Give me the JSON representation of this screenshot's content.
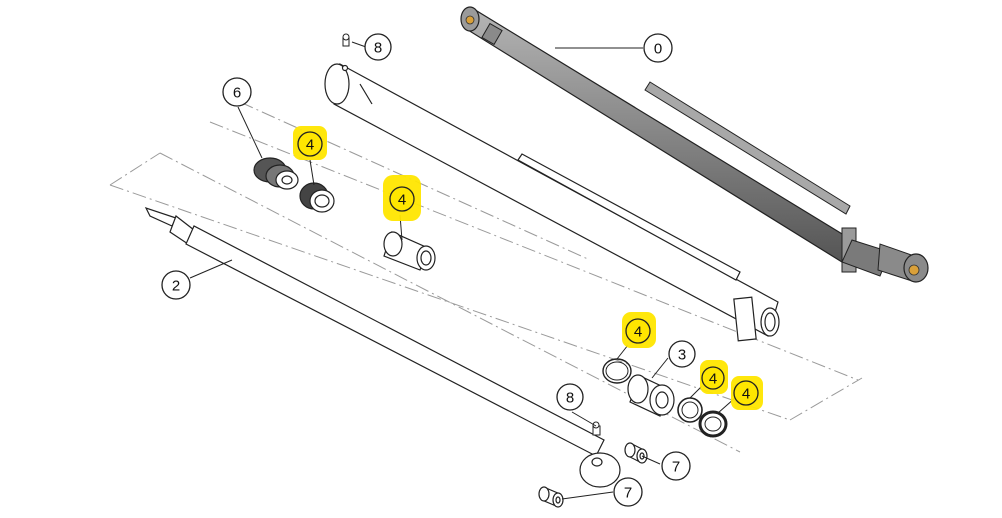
{
  "colors": {
    "highlight": "#ffe600",
    "outline": "#222222",
    "assembly_fill": "#8c8c8c",
    "background": "#ffffff"
  },
  "callouts": {
    "assembly": "0",
    "rod": "2",
    "rod_guide": "3",
    "seal_kit": "4",
    "piston": "6",
    "bushing": "7",
    "grease_fitting": "8"
  }
}
